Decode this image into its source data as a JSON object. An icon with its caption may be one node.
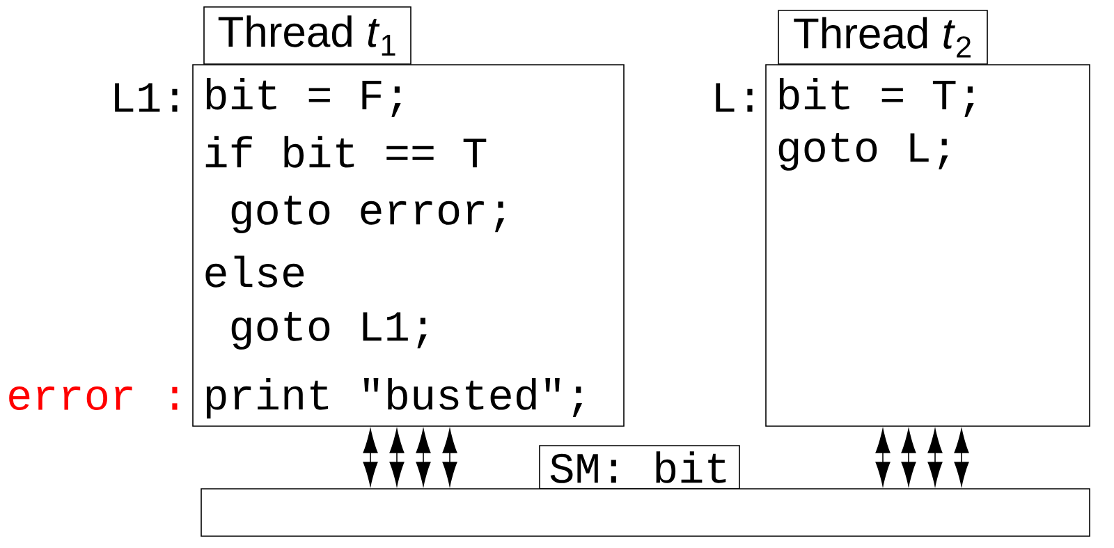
{
  "diagram": {
    "nodes": [
      {
        "text": [
          "Thread *t*$_{1}$"
        ]
      },
      {
        "text": [
          "bit = F;",
          "if bit == T",
          "goto error;",
          "else",
          "goto L1;",
          "print \"busted\";"
        ],
        "beside": [
          "L1:",
          "error :"
        ]
      },
      {
        "text": [
          "Thread *t*$_{2}$"
        ]
      },
      {
        "text": [
          "bit = T;",
          "goto L;"
        ],
        "beside": [
          "L:"
        ]
      },
      {
        "text": [
          "SM: bit"
        ]
      },
      {
        "text": [],
        "shape": "box"
      }
    ],
    "edges": [
      {
        "from": 1,
        "to": 5,
        "arrow": "both"
      },
      {
        "from": 1,
        "to": 5,
        "arrow": "both"
      },
      {
        "from": 1,
        "to": 5,
        "arrow": "both"
      },
      {
        "from": 1,
        "to": 5,
        "arrow": "both"
      },
      {
        "from": 3,
        "to": 5,
        "arrow": "both"
      },
      {
        "from": 3,
        "to": 5,
        "arrow": "both"
      },
      {
        "from": 3,
        "to": 5,
        "arrow": "both"
      },
      {
        "from": 3,
        "to": 5,
        "arrow": "both"
      }
    ]
  }
}
